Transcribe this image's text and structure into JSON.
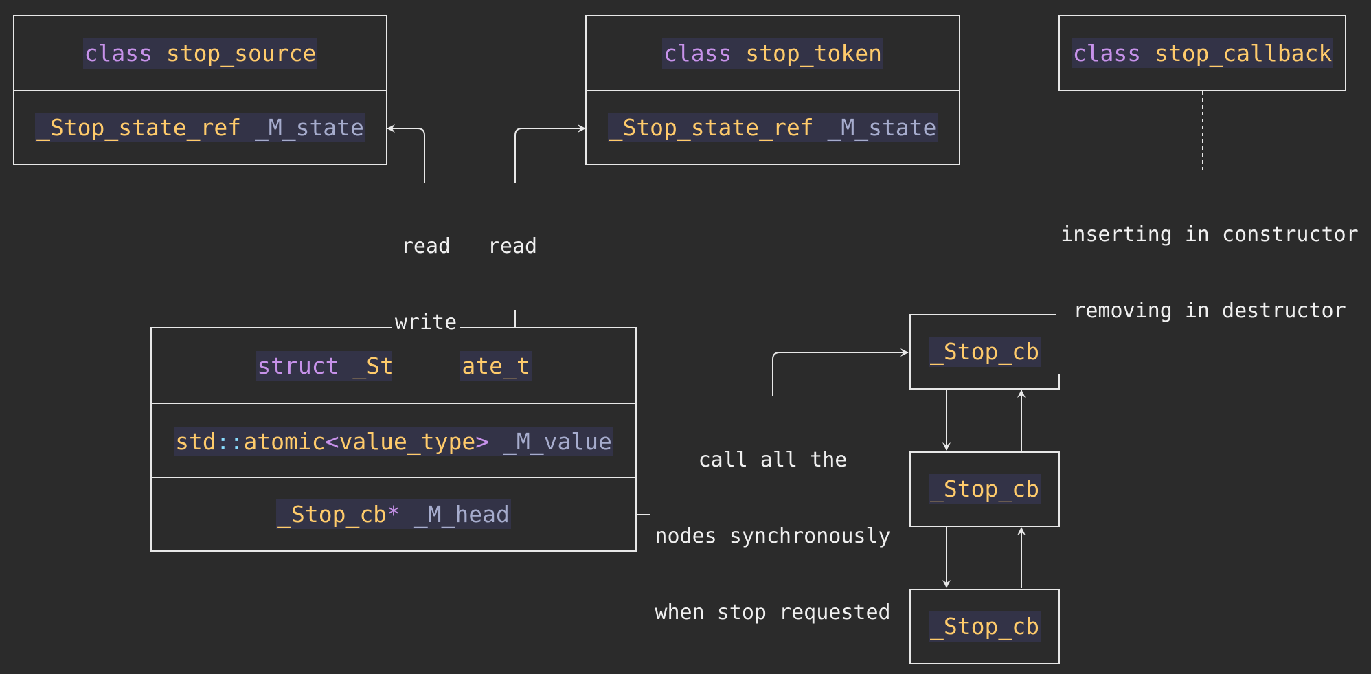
{
  "colors": {
    "background": "#2b2b2b",
    "stroke": "#e8e8e8",
    "keyword": "#c792ea",
    "type": "#ffcb6b",
    "field": "#a6accd",
    "operator": "#89ddff",
    "code_bg": "#333347"
  },
  "stop_source": {
    "keyword": "class",
    "name": "stop_source",
    "field_type": "_Stop_state_ref",
    "field_name": "_M_state"
  },
  "stop_token": {
    "keyword": "class",
    "name": "stop_token",
    "field_type": "_Stop_state_ref",
    "field_name": "_M_state"
  },
  "stop_callback": {
    "keyword": "class",
    "name": "stop_callback"
  },
  "stop_state": {
    "keyword": "struct",
    "name": "_Stop_state_t",
    "value_ns": "std",
    "value_sep": "::",
    "value_tpl": "atomic",
    "value_lt": "<",
    "value_arg": "value_type",
    "value_gt": ">",
    "value_name": "_M_value",
    "head_type": "_Stop_cb",
    "head_ptr": "*",
    "head_name": "_M_head"
  },
  "nodes": [
    "_Stop_cb",
    "_Stop_cb",
    "_Stop_cb"
  ],
  "labels": {
    "read_write_1": "read",
    "read_write_2": "write",
    "read": "read",
    "callback_1": "inserting in constructor",
    "callback_2": "removing in destructor",
    "call_1": "call all the",
    "call_2": "nodes synchronously",
    "call_3": "when stop requested"
  }
}
